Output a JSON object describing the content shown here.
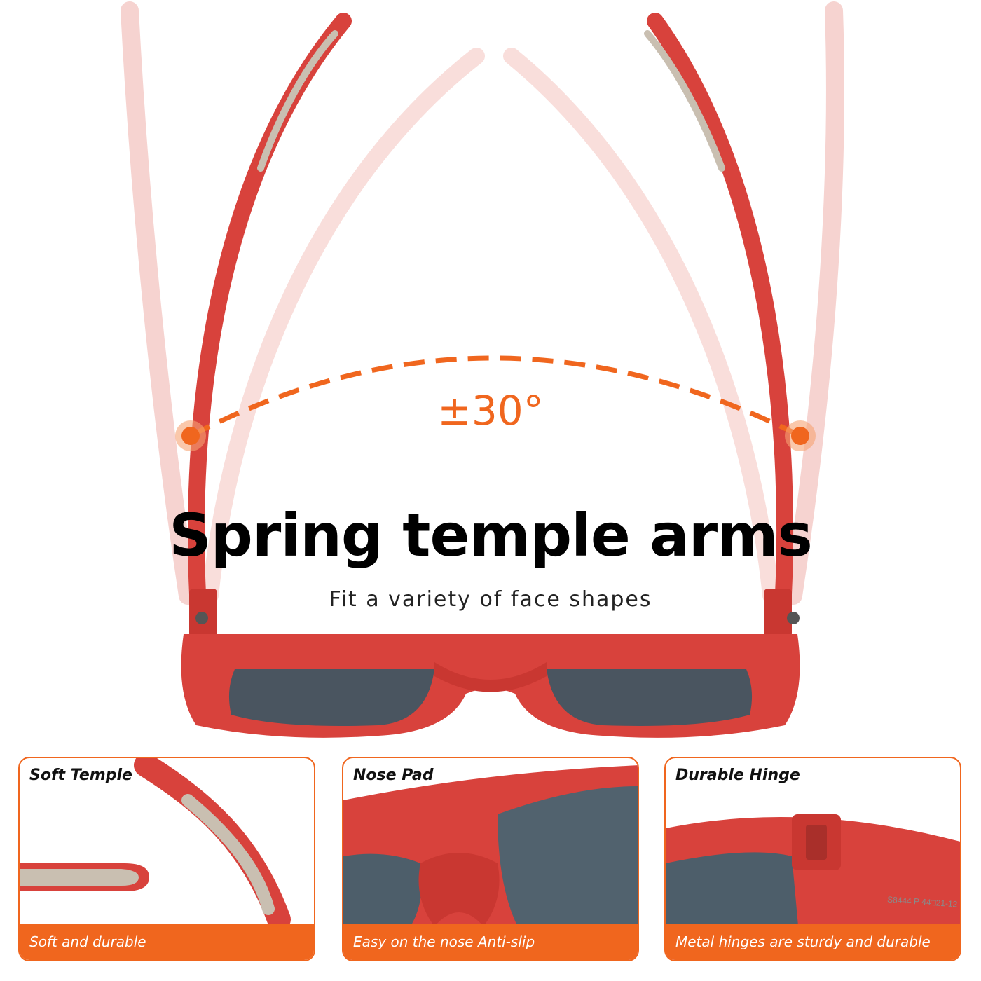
{
  "hero": {
    "title": "Spring temple arms",
    "subtitle": "Fit a variety of face shapes",
    "angle_label": "±30°"
  },
  "panels": [
    {
      "title": "Soft Temple",
      "caption": "Soft and durable"
    },
    {
      "title": "Nose Pad",
      "caption": "Easy on the nose Anti-slip"
    },
    {
      "title": "Durable Hinge",
      "caption": "Metal hinges are sturdy and durable",
      "model_text": "S8444 P 44□21-12"
    }
  ],
  "colors": {
    "frame": "#d8423c",
    "frame_ghost": "#f4c6c3",
    "accent": "#f0661e",
    "lens": "#4a5560",
    "grip": "#c9bfb1"
  }
}
